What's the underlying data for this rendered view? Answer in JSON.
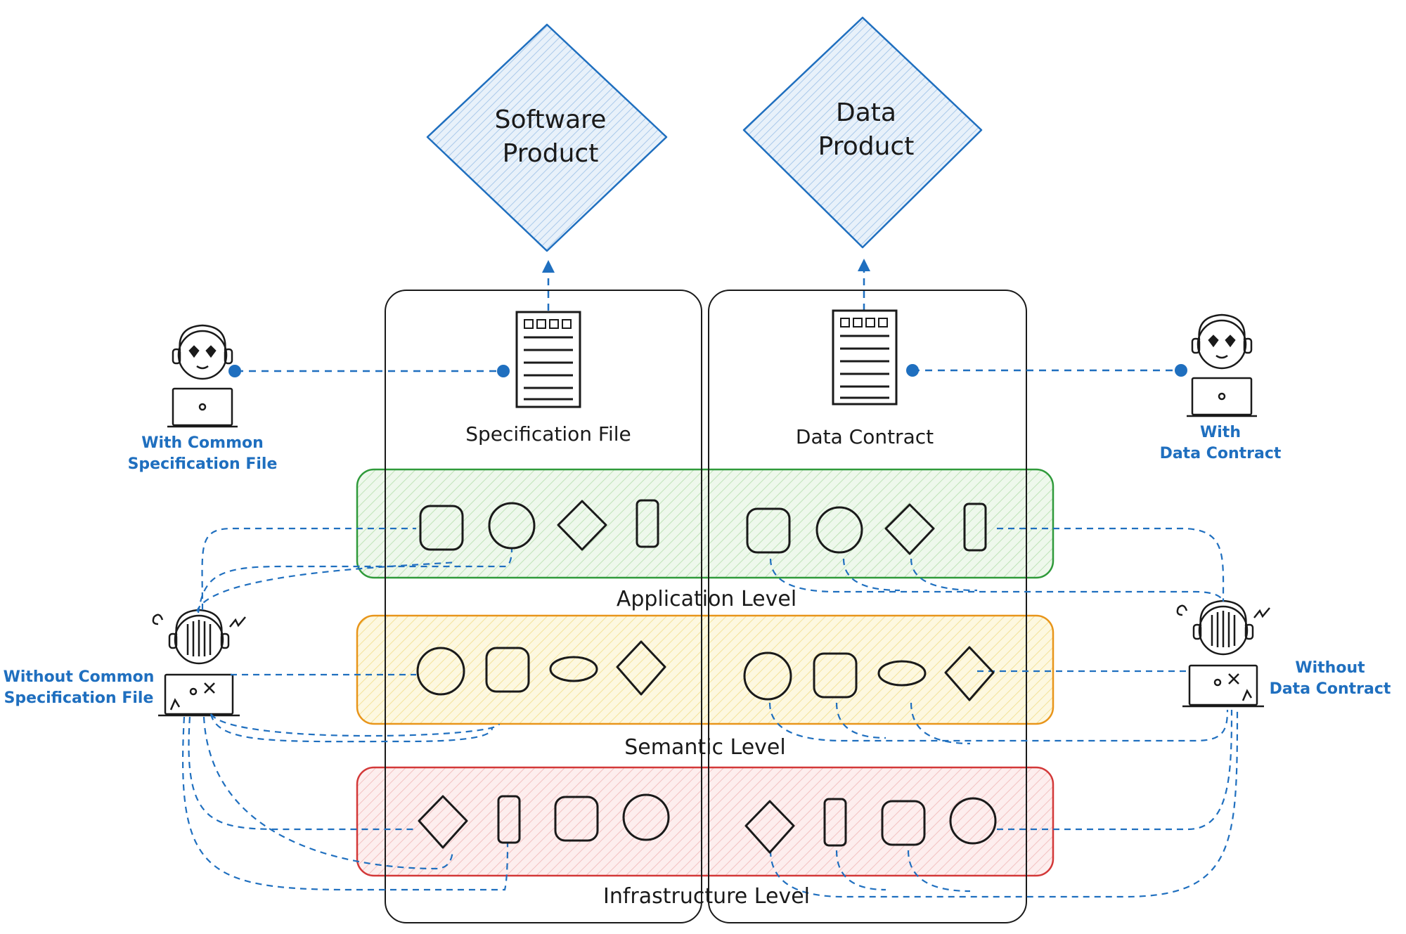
{
  "products": {
    "software": {
      "line1": "Software",
      "line2": "Product"
    },
    "data": {
      "line1": "Data",
      "line2": "Product"
    }
  },
  "documents": {
    "specification": "Specification File",
    "contract": "Data Contract"
  },
  "levels": {
    "application": "Application Level",
    "semantic": "Semantic Level",
    "infrastructure": "Infrastructure Level"
  },
  "personas": {
    "left_happy": {
      "line1": "With Common",
      "line2": "Specification File"
    },
    "right_happy": {
      "line1": "With",
      "line2": "Data Contract"
    },
    "left_sad": {
      "line1": "Without Common",
      "line2": "Specification File"
    },
    "right_sad": {
      "line1": "Without",
      "line2": "Data Contract"
    }
  },
  "colors": {
    "diamond_fill": "#d6e6f5",
    "diamond_stroke": "#1f6fbf",
    "connector": "#1f6fbf",
    "application_fill": "#e3f4df",
    "application_stroke": "#2f9a3a",
    "semantic_fill": "#fbf3c9",
    "semantic_stroke": "#e8951a",
    "infrastructure_fill": "#fbe1e1",
    "infrastructure_stroke": "#d33838",
    "ink": "#1a1a1a"
  }
}
